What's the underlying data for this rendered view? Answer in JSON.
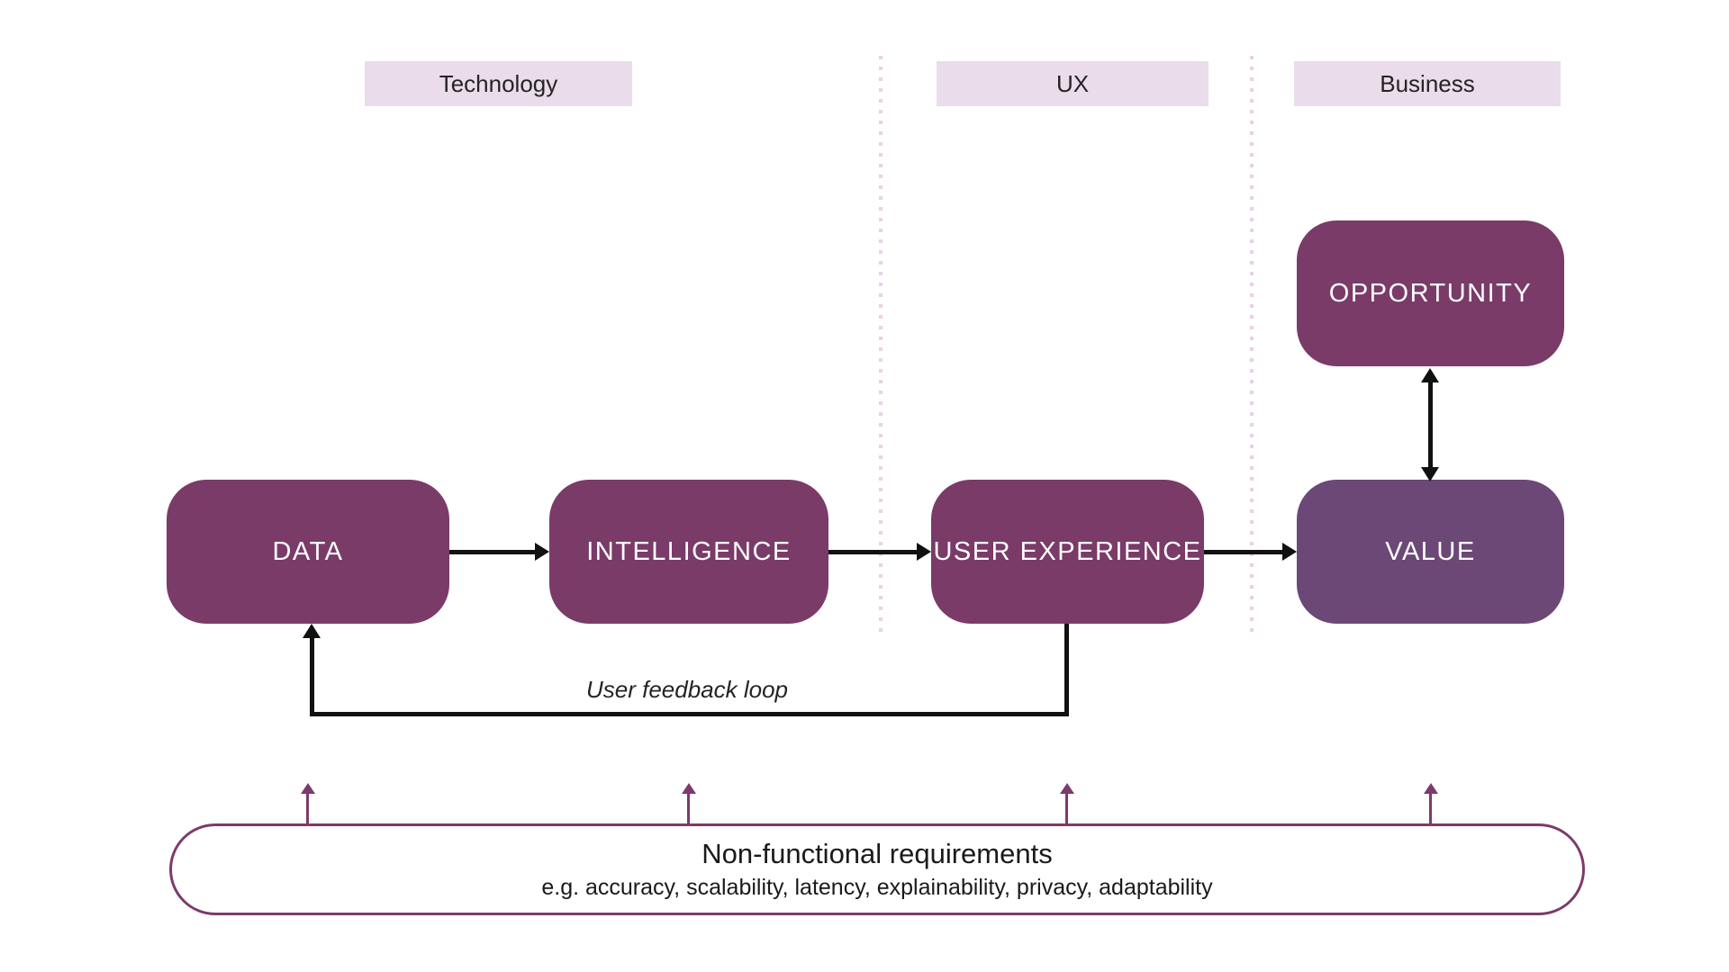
{
  "header": {
    "categories": [
      {
        "id": "technology",
        "label": "Technology"
      },
      {
        "id": "ux",
        "label": "UX"
      },
      {
        "id": "business",
        "label": "Business"
      }
    ]
  },
  "nodes": {
    "data": {
      "label": "DATA"
    },
    "intelligence": {
      "label": "INTELLIGENCE"
    },
    "user_experience": {
      "label": "USER EXPERIENCE"
    },
    "value": {
      "label": "VALUE"
    },
    "opportunity": {
      "label": "OPPORTUNITY"
    }
  },
  "annotations": {
    "feedback_loop": "User feedback loop"
  },
  "footer": {
    "title": "Non-functional requirements",
    "subtitle": "e.g. accuracy, scalability, latency, explainability, privacy, adaptability"
  },
  "colors": {
    "node_plum": "#7a3b69",
    "node_value": "#6b4876",
    "category_fill": "#eadceb",
    "divider_dot": "#e8d2e4",
    "accent_purple": "#7d3a6a",
    "arrow_black": "#111111",
    "text_dark": "#242424"
  }
}
